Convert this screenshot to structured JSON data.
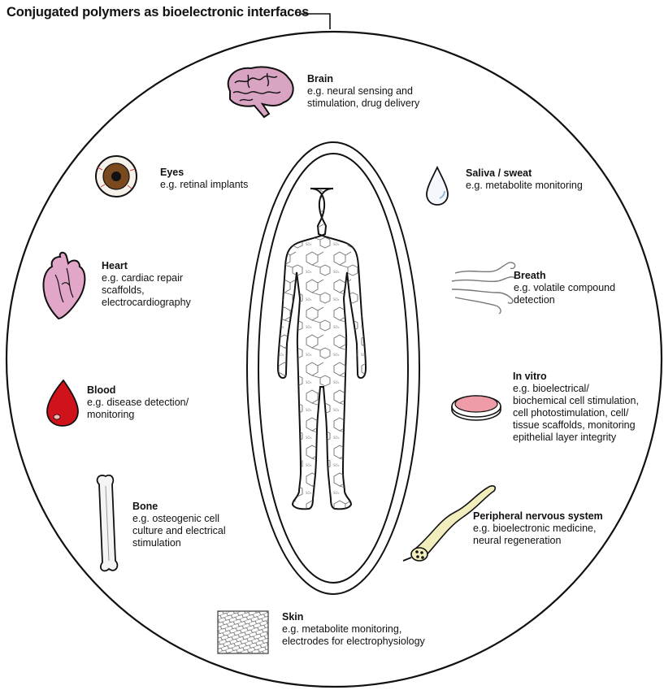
{
  "title": "Conjugated polymers as bioelectronic interfaces",
  "applications": {
    "brain": {
      "name": "Brain",
      "desc": [
        "e.g. neural sensing and",
        "stimulation, drug delivery"
      ],
      "icon": "brain-icon"
    },
    "eyes": {
      "name": "Eyes",
      "desc": [
        "e.g. retinal implants"
      ],
      "icon": "eye-icon"
    },
    "saliva": {
      "name": "Saliva / sweat",
      "desc": [
        "e.g. metabolite monitoring"
      ],
      "icon": "droplet-icon"
    },
    "heart": {
      "name": "Heart",
      "desc": [
        "e.g. cardiac repair",
        "scaffolds,",
        "electrocardiography"
      ],
      "icon": "heart-icon"
    },
    "breath": {
      "name": "Breath",
      "desc": [
        "e.g. volatile compound",
        "detection"
      ],
      "icon": "breath-icon"
    },
    "blood": {
      "name": "Blood",
      "desc": [
        "e.g. disease detection/",
        "monitoring"
      ],
      "icon": "blood-drop-icon"
    },
    "invitro": {
      "name": "In vitro",
      "desc": [
        "e.g. bioelectrical/",
        "biochemical cell stimulation,",
        "cell photostimulation, cell/",
        "tissue scaffolds, monitoring",
        "epithelial layer integrity"
      ],
      "icon": "petri-dish-icon"
    },
    "bone": {
      "name": "Bone",
      "desc": [
        "e.g. osteogenic cell",
        "culture and electrical",
        "stimulation"
      ],
      "icon": "bone-icon"
    },
    "peripheral": {
      "name": "Peripheral nervous system",
      "desc": [
        "e.g. bioelectronic medicine,",
        "neural regeneration"
      ],
      "icon": "nerve-icon"
    },
    "skin": {
      "name": "Skin",
      "desc": [
        "e.g. metabolite monitoring,",
        "electrodes for electrophysiology"
      ],
      "icon": "skin-mesh-icon"
    }
  },
  "colors": {
    "outline": "#111111",
    "brain": "#d9a3c2",
    "heart": "#e2a6c9",
    "blood": "#d0121b",
    "iris": "#7a4a1e",
    "petri": "#ee9ca7",
    "nerve": "#f2edbd",
    "bone": "#f4f4f4"
  }
}
